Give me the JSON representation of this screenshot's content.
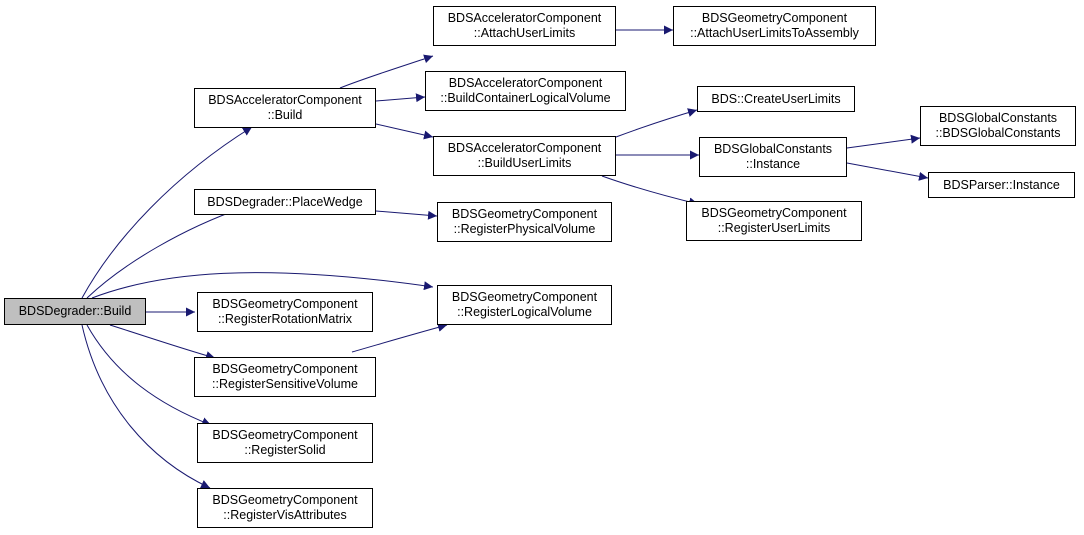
{
  "colors": {
    "edge": "#191970",
    "root_fill": "#bfbfbf",
    "node_fill": "#ffffff",
    "border": "#000000"
  },
  "nodes": {
    "root": {
      "lines": [
        "BDSDegrader::Build"
      ]
    },
    "acc_build": {
      "lines": [
        "BDSAcceleratorComponent",
        "::Build"
      ]
    },
    "attach_user_limits": {
      "lines": [
        "BDSAcceleratorComponent",
        "::AttachUserLimits"
      ]
    },
    "attach_to_assembly": {
      "lines": [
        "BDSGeometryComponent",
        "::AttachUserLimitsToAssembly"
      ]
    },
    "build_container": {
      "lines": [
        "BDSAcceleratorComponent",
        "::BuildContainerLogicalVolume"
      ]
    },
    "build_user_limits": {
      "lines": [
        "BDSAcceleratorComponent",
        "::BuildUserLimits"
      ]
    },
    "create_user_limits": {
      "lines": [
        "BDS::CreateUserLimits"
      ]
    },
    "global_instance": {
      "lines": [
        "BDSGlobalConstants",
        "::Instance"
      ]
    },
    "global_ctor": {
      "lines": [
        "BDSGlobalConstants",
        "::BDSGlobalConstants"
      ]
    },
    "parser_instance": {
      "lines": [
        "BDSParser::Instance"
      ]
    },
    "register_user_limits": {
      "lines": [
        "BDSGeometryComponent",
        "::RegisterUserLimits"
      ]
    },
    "place_wedge": {
      "lines": [
        "BDSDegrader::PlaceWedge"
      ]
    },
    "register_physical": {
      "lines": [
        "BDSGeometryComponent",
        "::RegisterPhysicalVolume"
      ]
    },
    "register_logical": {
      "lines": [
        "BDSGeometryComponent",
        "::RegisterLogicalVolume"
      ]
    },
    "register_rotation": {
      "lines": [
        "BDSGeometryComponent",
        "::RegisterRotationMatrix"
      ]
    },
    "register_sensitive": {
      "lines": [
        "BDSGeometryComponent",
        "::RegisterSensitiveVolume"
      ]
    },
    "register_solid": {
      "lines": [
        "BDSGeometryComponent",
        "::RegisterSolid"
      ]
    },
    "register_vis": {
      "lines": [
        "BDSGeometryComponent",
        "::RegisterVisAttributes"
      ]
    }
  }
}
